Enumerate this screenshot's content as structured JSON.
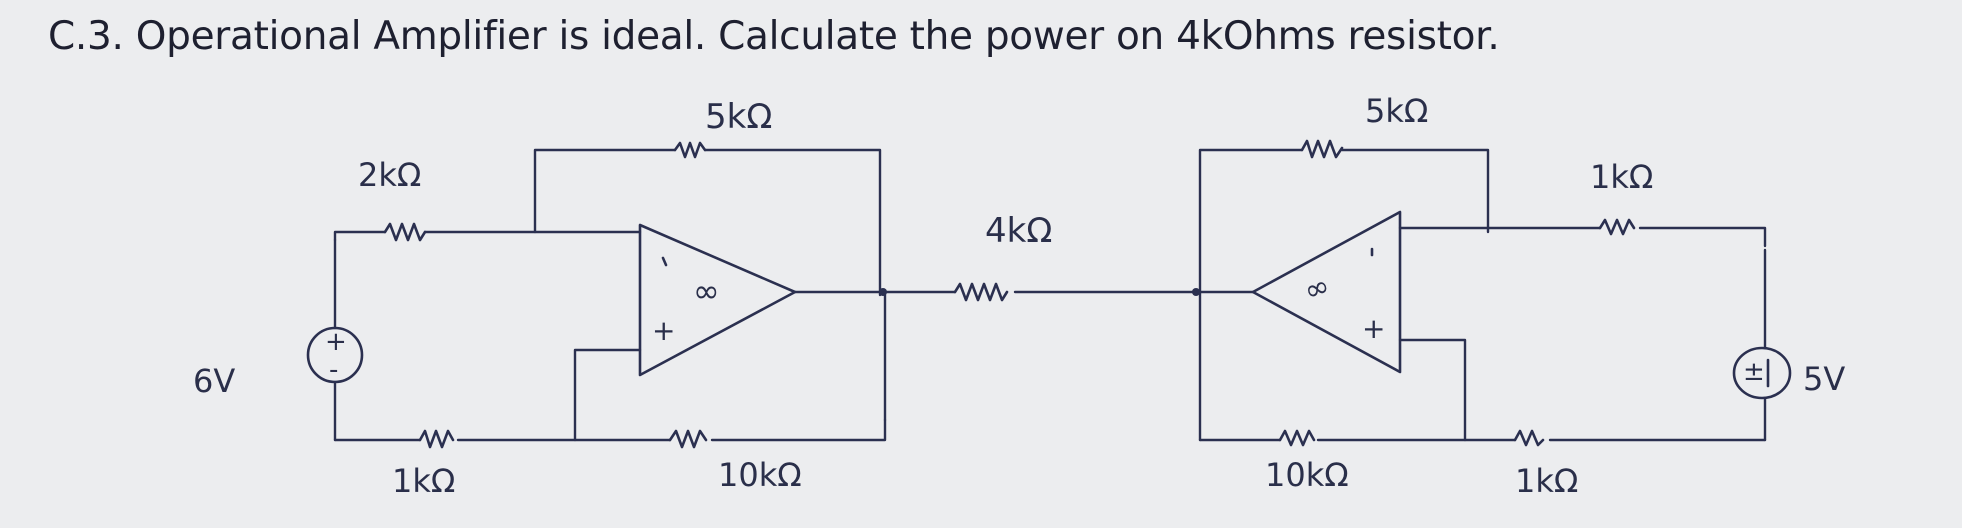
{
  "question": "C.3. Operational Amplifier is ideal. Calculate the power on 4kOhms resistor.",
  "labels": {
    "r_feedback_left": "5kΩ",
    "r_feedback_right": "5kΩ",
    "r_input_left": "2kΩ",
    "r_middle": "4kΩ",
    "r_right_top": "1kΩ",
    "r_bottom_left": "1kΩ",
    "r_bottom_left_mid": "10kΩ",
    "r_bottom_right_mid": "10kΩ",
    "r_bottom_right": "1kΩ",
    "source_left": "6V",
    "source_right": "5V",
    "opamp_gain": "∞",
    "minus_sign": "-",
    "plus_sign": "+"
  }
}
